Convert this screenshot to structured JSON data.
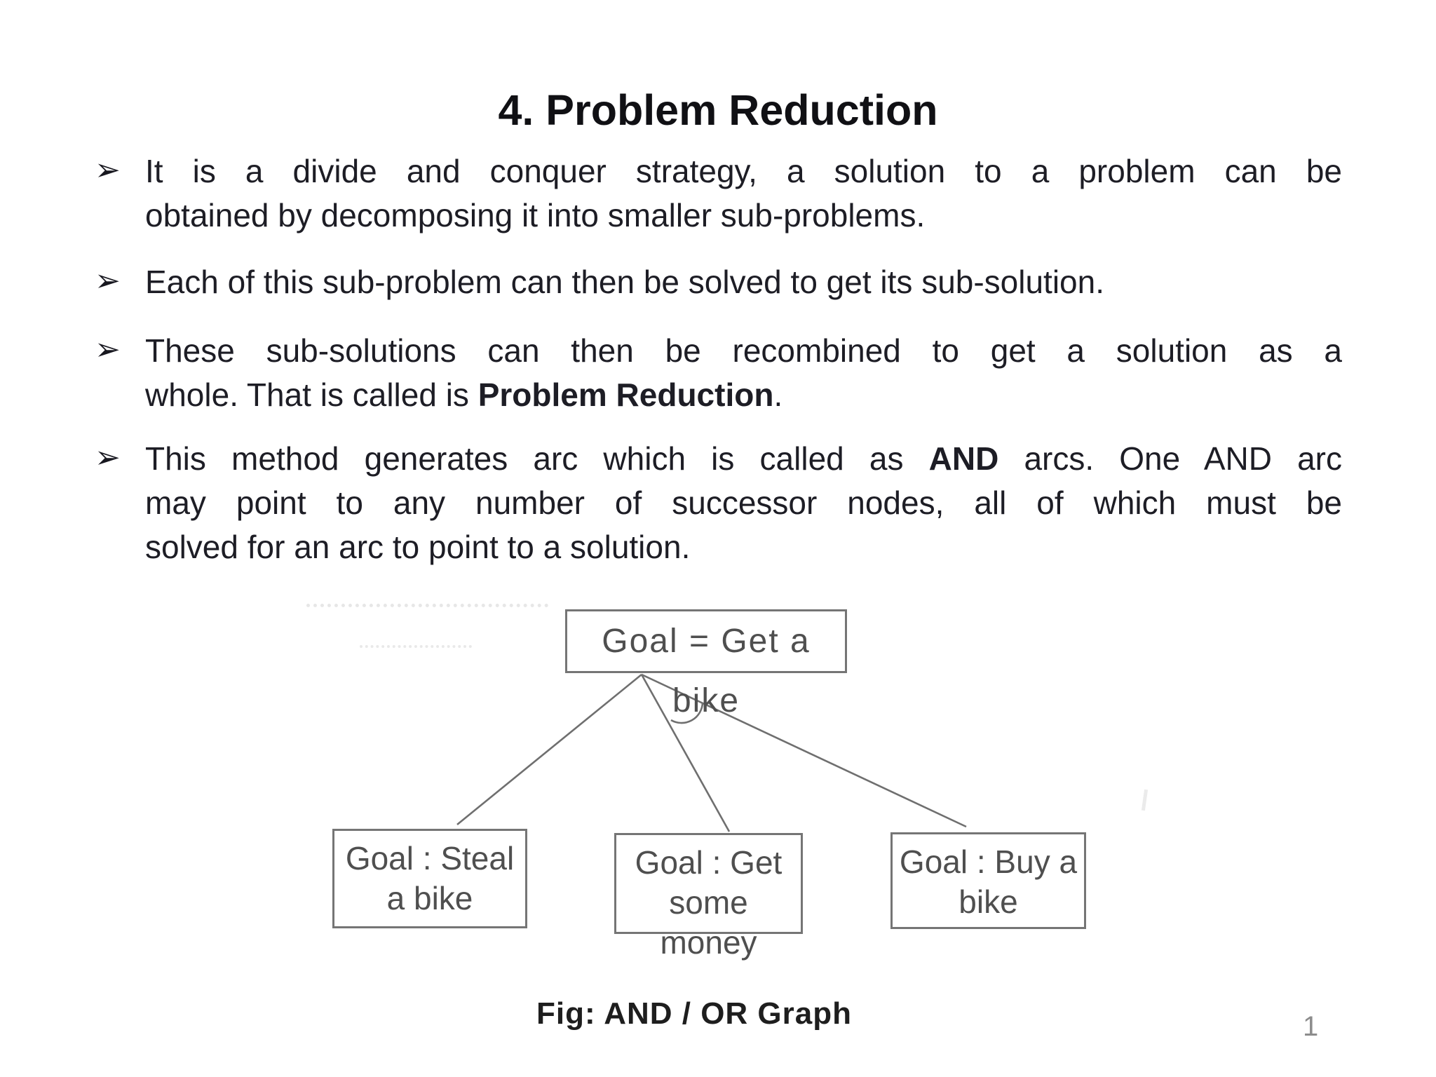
{
  "slide": {
    "title": "4. Problem Reduction",
    "bullet_marker": "➢",
    "bullets": [
      {
        "lines": [
          {
            "justify": true,
            "segments": [
              {
                "t": "It is a divide and conquer strategy, a solution to a problem can be"
              }
            ]
          },
          {
            "justify": false,
            "segments": [
              {
                "t": "obtained by decomposing it into smaller sub-problems."
              }
            ]
          }
        ]
      },
      {
        "lines": [
          {
            "justify": false,
            "segments": [
              {
                "t": "Each of this sub-problem can then be solved to get its sub-solution."
              }
            ]
          }
        ]
      },
      {
        "lines": [
          {
            "justify": true,
            "segments": [
              {
                "t": "These sub-solutions can then be recombined to get a solution as a"
              }
            ]
          },
          {
            "justify": false,
            "segments": [
              {
                "t": "whole. That is called is "
              },
              {
                "t": "Problem Reduction",
                "bold": true
              },
              {
                "t": "."
              }
            ]
          }
        ]
      },
      {
        "lines": [
          {
            "justify": true,
            "segments": [
              {
                "t": "This method generates arc which is called as "
              },
              {
                "t": "AND",
                "bold": true
              },
              {
                "t": " arcs. One AND arc"
              }
            ]
          },
          {
            "justify": true,
            "segments": [
              {
                "t": "may point to any number of successor nodes, all of which must be"
              }
            ]
          },
          {
            "justify": false,
            "segments": [
              {
                "t": "solved for an arc to point to a solution."
              }
            ]
          }
        ]
      }
    ],
    "page_number": "1"
  },
  "diagram": {
    "caption": "Fig: AND / OR Graph",
    "stroke_color": "#6f6f6f",
    "node_text_color": "#4f4f4f",
    "nodes": {
      "root": {
        "lines": [
          "Goal = Get a bike"
        ]
      },
      "child_0": {
        "lines": [
          "Goal : Steal",
          "a bike"
        ]
      },
      "child_1": {
        "lines": [
          "Goal : Get",
          "some money"
        ]
      },
      "child_2": {
        "lines": [
          "Goal : Buy a",
          "bike"
        ]
      }
    }
  }
}
